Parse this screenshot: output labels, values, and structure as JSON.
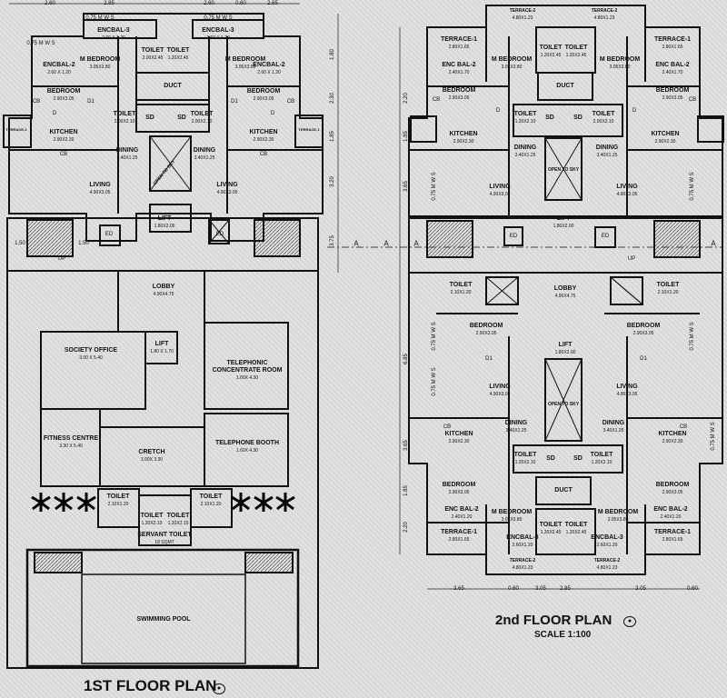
{
  "plan_left": {
    "title": "1ST FLOOR PLAN",
    "rooms": [
      {
        "name": "M BEDROOM",
        "size": "3.05X3.80"
      },
      {
        "name": "M BEDROOM",
        "size": "3.05X3.80"
      },
      {
        "name": "BEDROOM",
        "size": "2.90X3.05"
      },
      {
        "name": "BEDROOM",
        "size": "2.90X3.05"
      },
      {
        "name": "KITCHEN",
        "size": "2.90X2.30"
      },
      {
        "name": "KITCHEN",
        "size": "2.90X2.30"
      },
      {
        "name": "DINING",
        "size": "3.40X1.25"
      },
      {
        "name": "DINING",
        "size": "3.40X1.25"
      },
      {
        "name": "LIVING",
        "size": "4.90X3.05"
      },
      {
        "name": "LIVING",
        "size": "4.90X3.05"
      },
      {
        "name": "TOILET",
        "size": "2.00X2.45"
      },
      {
        "name": "TOILET",
        "size": "1.20X2.45"
      },
      {
        "name": "TOILET",
        "size": "2.00X2.10"
      },
      {
        "name": "TOILET",
        "size": "2.00X2.10"
      },
      {
        "name": "DUCT",
        "size": ""
      },
      {
        "name": "SD",
        "size": ""
      },
      {
        "name": "SD",
        "size": ""
      },
      {
        "name": "OPEN TO SKY",
        "size": ""
      },
      {
        "name": "LIFT",
        "size": "1.80X2.00"
      },
      {
        "name": "LOBBY",
        "size": "4.90X4.75"
      },
      {
        "name": "SOCIETY OFFICE",
        "size": "3.00 X 5.40"
      },
      {
        "name": "LIFT",
        "size": "1.80 X 1.70"
      },
      {
        "name": "TELEPHONIC CONCENTRATE ROOM",
        "size": "1.60X 4.30"
      },
      {
        "name": "FITNESS CENTRE",
        "size": "3.30 X 5.40"
      },
      {
        "name": "CRETCH",
        "size": "3.00X 3.30"
      },
      {
        "name": "TELEPHONE BOOTH",
        "size": "1.60X 4.30"
      },
      {
        "name": "TOILET",
        "size": "2.10X1.20"
      },
      {
        "name": "TOILET",
        "size": "2.10X1.20"
      },
      {
        "name": "TOILET",
        "size": "1.20X2.10"
      },
      {
        "name": "TOILET",
        "size": "1.20X2.10"
      },
      {
        "name": "SERVANT TOILET",
        "size": "18 SQMT"
      },
      {
        "name": "SWIMMING POOL",
        "size": ""
      },
      {
        "name": "ENCBAL-3",
        "size": "2.60 X 1.20"
      },
      {
        "name": "ENCBAL-3",
        "size": "2.60 X 1.20"
      },
      {
        "name": "ENCBAL-2",
        "size": "2.60 X 1.20"
      },
      {
        "name": "ENCBAL-2",
        "size": "2.60 X 1.20"
      },
      {
        "name": "TERRACE-1",
        "size": ""
      },
      {
        "name": "TERRACE-1",
        "size": ""
      }
    ],
    "dims_top": [
      "2.60",
      "2.85",
      "2.60",
      "0.60",
      "2.65"
    ],
    "dims_side": [
      "1.80",
      "2.30",
      "1.85",
      "3.20",
      "3.75"
    ],
    "mws_labels": [
      "0.75 M W S",
      "0.75 M W S",
      "0.75 M W S"
    ],
    "marks": [
      "CB",
      "CB",
      "CB",
      "CB",
      "D",
      "D",
      "D1",
      "D1",
      "ED",
      "ED",
      "UP",
      "A",
      "A"
    ],
    "scale_dims": [
      "1.50",
      "1.50"
    ]
  },
  "plan_right": {
    "title": "2nd FLOOR PLAN",
    "scale": "SCALE 1:100",
    "rooms": [
      {
        "name": "TERRACE-1",
        "size": "2.80X1.65"
      },
      {
        "name": "TERRACE-1",
        "size": "2.80X1.65"
      },
      {
        "name": "TERRACE-2",
        "size": "4.80X1.23"
      },
      {
        "name": "TERRACE-2",
        "size": "4.80X1.23"
      },
      {
        "name": "M BEDROOM",
        "size": "3.05X3.80"
      },
      {
        "name": "M BEDROOM",
        "size": "3.05X3.80"
      },
      {
        "name": "ENC BAL-2",
        "size": "2.40X1.70"
      },
      {
        "name": "ENC BAL-2",
        "size": "2.40X1.70"
      },
      {
        "name": "BEDROOM",
        "size": "2.90X3.05"
      },
      {
        "name": "BEDROOM",
        "size": "2.90X3.05"
      },
      {
        "name": "TOILET",
        "size": "1.20X2.45"
      },
      {
        "name": "TOILET",
        "size": "1.20X2.45"
      },
      {
        "name": "DUCT",
        "size": ""
      },
      {
        "name": "TOILET",
        "size": "1.20X2.10"
      },
      {
        "name": "TOILET",
        "size": "2.00X2.10"
      },
      {
        "name": "SD",
        "size": ""
      },
      {
        "name": "SD",
        "size": ""
      },
      {
        "name": "KITCHEN",
        "size": "2.90X2.30"
      },
      {
        "name": "KITCHEN",
        "size": "2.90X2.30"
      },
      {
        "name": "DINING",
        "size": "3.40X1.25"
      },
      {
        "name": "DINING",
        "size": "3.40X1.25"
      },
      {
        "name": "OPEN TO SKY",
        "size": ""
      },
      {
        "name": "LIVING",
        "size": "4.90X3.05"
      },
      {
        "name": "LIVING",
        "size": "4.90X3.05"
      },
      {
        "name": "LIFT",
        "size": "1.80X2.00"
      },
      {
        "name": "LOBBY",
        "size": "4.90X4.75"
      },
      {
        "name": "TOILET",
        "size": "2.10X1.20"
      },
      {
        "name": "TOILET",
        "size": "2.10X1.20"
      },
      {
        "name": "BEDROOM",
        "size": "2.90X3.05"
      },
      {
        "name": "BEDROOM",
        "size": "2.90X3.05"
      },
      {
        "name": "LIFT",
        "size": "1.80X2.00"
      },
      {
        "name": "LIVING",
        "size": "4.90X3.05"
      },
      {
        "name": "LIVING",
        "size": "4.90X3.05"
      },
      {
        "name": "OPEN TO SKY",
        "size": ""
      },
      {
        "name": "DINING",
        "size": "3.40X1.25"
      },
      {
        "name": "DINING",
        "size": "3.40X1.25"
      },
      {
        "name": "KITCHEN",
        "size": "2.90X2.30"
      },
      {
        "name": "KITCHEN",
        "size": "2.90X2.30"
      },
      {
        "name": "SD",
        "size": ""
      },
      {
        "name": "SD",
        "size": ""
      },
      {
        "name": "TOILET",
        "size": "1.20X2.10"
      },
      {
        "name": "TOILET",
        "size": "1.20X2.10"
      },
      {
        "name": "BEDROOM",
        "size": "2.90X3.05"
      },
      {
        "name": "BEDROOM",
        "size": "2.90X3.05"
      },
      {
        "name": "DUCT",
        "size": ""
      },
      {
        "name": "M BEDROOM",
        "size": "3.05X3.80"
      },
      {
        "name": "M BEDROOM",
        "size": "3.05X3.80"
      },
      {
        "name": "ENC BAL-2",
        "size": "2.40X1.20"
      },
      {
        "name": "ENC BAL-2",
        "size": "2.40X1.20"
      },
      {
        "name": "TOILET",
        "size": "1.20X2.45"
      },
      {
        "name": "TOILET",
        "size": "1.20X2.45"
      },
      {
        "name": "ENCBAL-3",
        "size": "2.60X1.20"
      },
      {
        "name": "ENCBAL-3",
        "size": "2.60X1.20"
      },
      {
        "name": "TERRACE-1",
        "size": "2.80X1.65"
      },
      {
        "name": "TERRACE-1",
        "size": "2.80X1.65"
      },
      {
        "name": "TERRACE-2",
        "size": "4.80X1.23"
      },
      {
        "name": "TERRACE-2",
        "size": "4.80X1.23"
      }
    ],
    "dims_bottom": [
      "3.65",
      "0.60",
      "3.05",
      "2.85",
      "3.05",
      "0.60"
    ],
    "dims_side": [
      "2.20",
      "1.85",
      "3.65",
      "6.85",
      "3.65",
      "1.85",
      "2.20"
    ],
    "mws_labels": [
      "0.75 M W S",
      "0.75 M W S",
      "0.75 M W S",
      "0.75 M W S",
      "0.75 M W S",
      "0.75 M W S"
    ],
    "marks": [
      "CB",
      "CB",
      "CB",
      "CB",
      "D",
      "D",
      "D1",
      "D1",
      "ED",
      "ED",
      "UP",
      "A",
      "A"
    ]
  }
}
